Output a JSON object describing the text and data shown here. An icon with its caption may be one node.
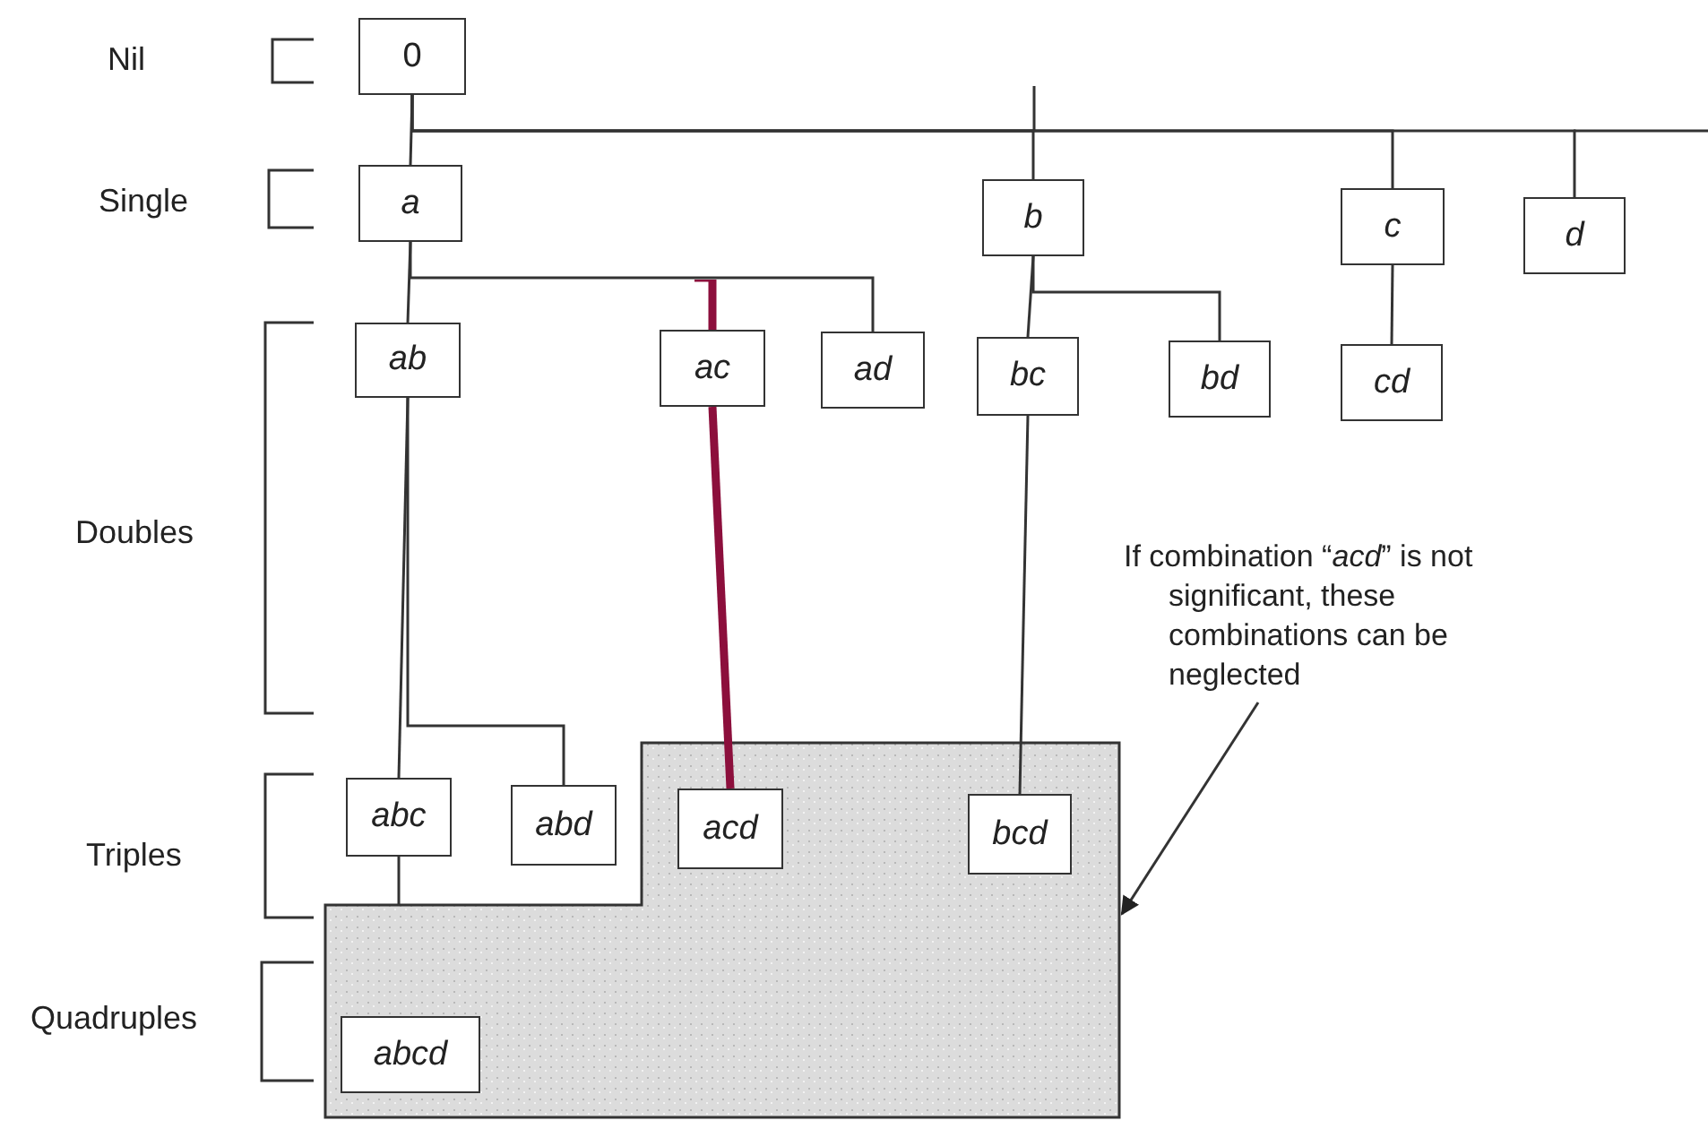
{
  "diagram": {
    "nodes": [
      {
        "text": [
          "0"
        ]
      },
      {
        "text": [
          "a"
        ]
      },
      {
        "text": [
          "b"
        ]
      },
      {
        "text": [
          "c"
        ]
      },
      {
        "text": [
          "d"
        ]
      },
      {
        "text": [
          "ab"
        ]
      },
      {
        "text": [
          "ac"
        ]
      },
      {
        "text": [
          "ad"
        ]
      },
      {
        "text": [
          "bc"
        ]
      },
      {
        "text": [
          "bd"
        ]
      },
      {
        "text": [
          "cd"
        ]
      },
      {
        "text": [
          "abc"
        ]
      },
      {
        "text": [
          "abd"
        ]
      },
      {
        "text": [],
        "shape": "box"
      },
      {
        "text": [
          "acd"
        ],
        "in": 13
      },
      {
        "text": [
          "bcd"
        ],
        "in": 13
      },
      {
        "text": [
          "abcd"
        ],
        "in": 13
      },
      {
        "text": [
          "If combination “*acd*” is not significant, these combinations can be neglected"
        ]
      }
    ],
    "edges": [
      {
        "from": 0,
        "to": 1,
        "arrow": "none"
      },
      {
        "from": 0,
        "to": 2,
        "arrow": "none"
      },
      {
        "from": 0,
        "to": 3,
        "arrow": "none"
      },
      {
        "from": 0,
        "to": 4,
        "arrow": "none"
      },
      {
        "from": 1,
        "to": 5,
        "arrow": "none"
      },
      {
        "from": 1,
        "to": 6,
        "arrow": "none",
        "style": "thick",
        "color": "#8c0f3c"
      },
      {
        "from": 1,
        "to": 7,
        "arrow": "none"
      },
      {
        "from": 2,
        "to": 8,
        "arrow": "none"
      },
      {
        "from": 2,
        "to": 9,
        "arrow": "none"
      },
      {
        "from": 3,
        "to": 10,
        "arrow": "none"
      },
      {
        "from": 5,
        "to": 11,
        "arrow": "none"
      },
      {
        "from": 5,
        "to": 12,
        "arrow": "none"
      },
      {
        "from": 6,
        "to": 14,
        "arrow": "none",
        "style": "thick",
        "color": "#8c0f3c"
      },
      {
        "from": 8,
        "to": 15,
        "arrow": "none"
      },
      {
        "from": 11,
        "to": 13,
        "arrow": "none"
      },
      {
        "from": 17,
        "to": 13,
        "arrow": "to"
      }
    ],
    "labels": [
      "Nil",
      "Single",
      "Doubles",
      "Triples",
      "Quadruples"
    ]
  }
}
